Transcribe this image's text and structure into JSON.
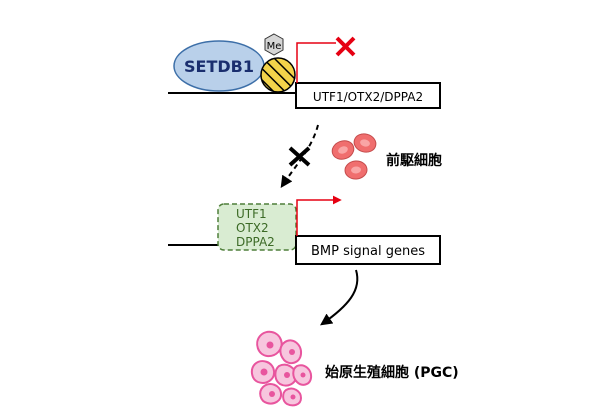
{
  "top_panel": {
    "repressor_label": "SETDB1",
    "methyl_mark_label": "Me",
    "target_gene_label": "UTF1/OTX2/DPPA2"
  },
  "precursor_label": "前駆細胞",
  "bottom_panel": {
    "tf_lines": [
      "UTF1",
      "OTX2",
      "DPPA2"
    ],
    "target_gene_label": "BMP signal genes"
  },
  "pgc_label": "始原生殖細胞 (PGC)",
  "colors": {
    "setdb1_fill": "#b9d0ea",
    "setdb1_stroke": "#3d6fa8",
    "setdb1_text": "#1a2e6e",
    "me_fill": "#d6d6d6",
    "nucleosome_fill": "#f3d34a",
    "tf_box_fill": "#d9ecd2",
    "tf_box_stroke": "#4f7f3a",
    "tf_text": "#3c6a26",
    "arrow_red": "#e60012",
    "cross_red": "#e60012",
    "precursor_cell": "#f06e6e",
    "pgc_cell": "#e8559e"
  }
}
